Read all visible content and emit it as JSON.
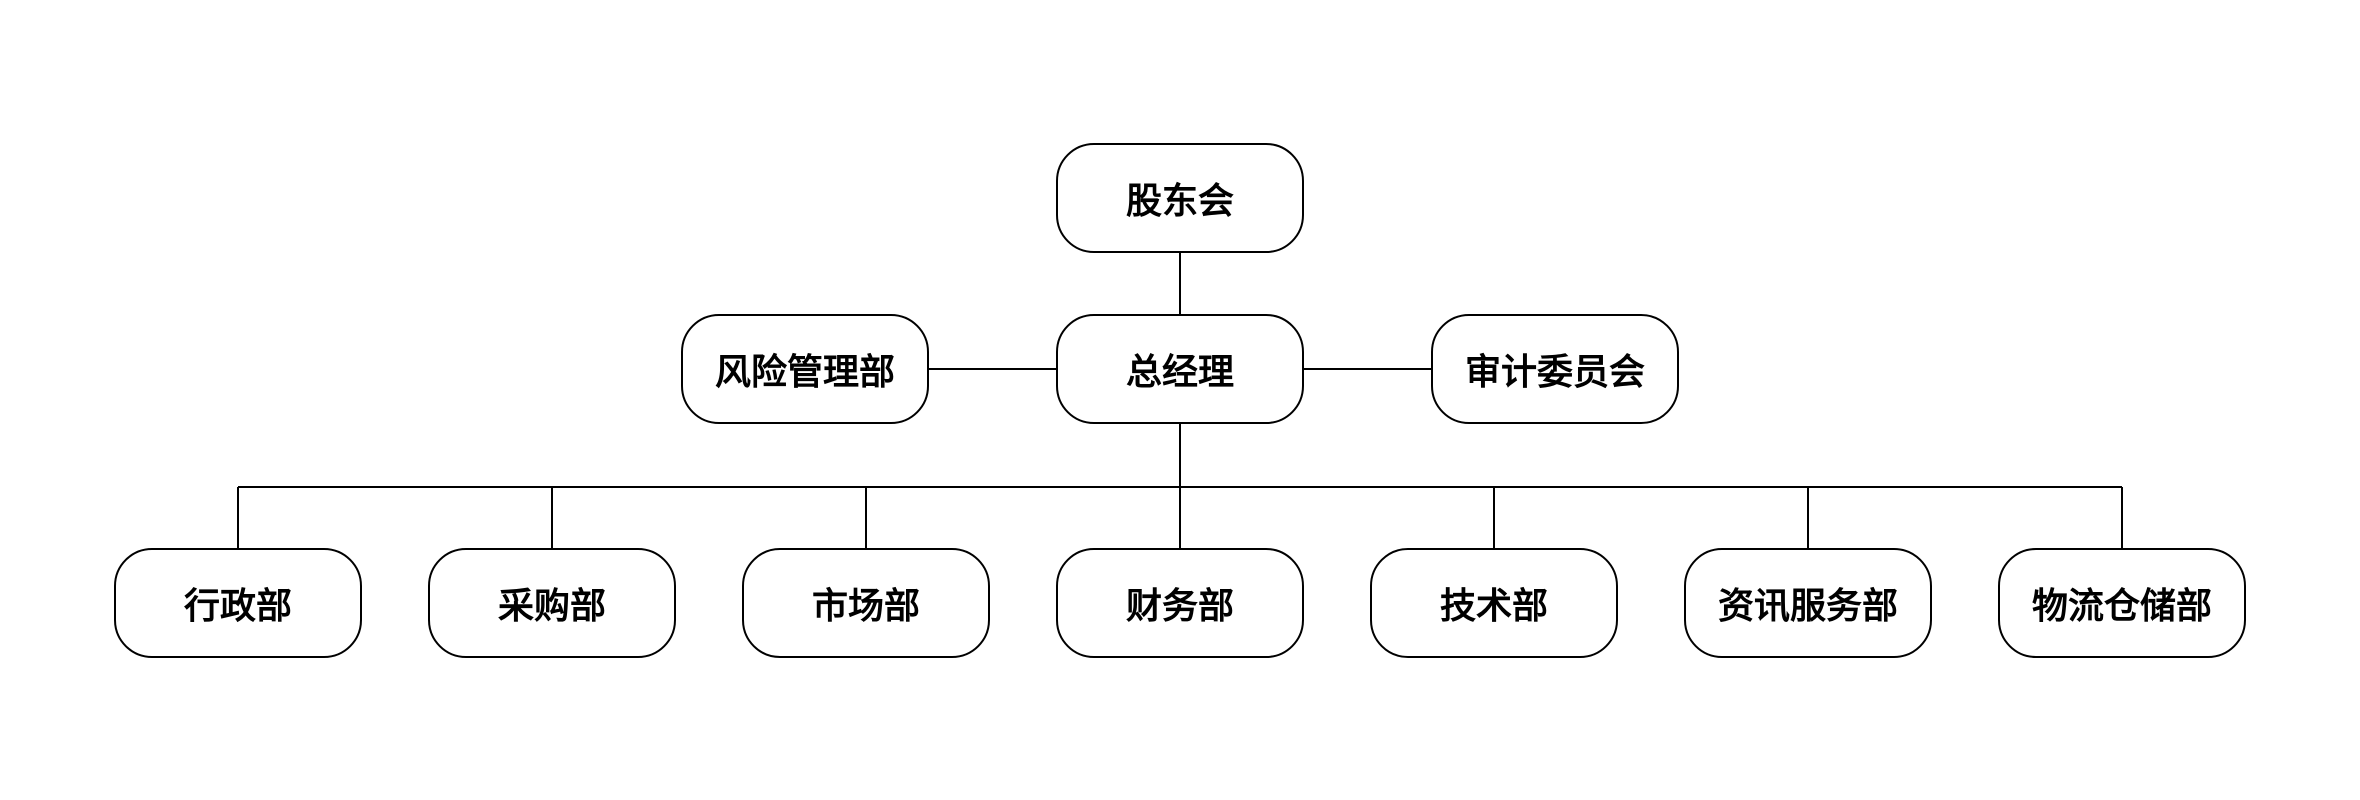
{
  "org_chart": {
    "top": {
      "label": "股东会"
    },
    "middle": {
      "left": {
        "label": "风险管理部"
      },
      "center": {
        "label": "总经理"
      },
      "right": {
        "label": "审计委员会"
      }
    },
    "departments": [
      {
        "label": "行政部"
      },
      {
        "label": "采购部"
      },
      {
        "label": "市场部"
      },
      {
        "label": "财务部"
      },
      {
        "label": "技术部"
      },
      {
        "label": "资讯服务部"
      },
      {
        "label": "物流仓储部"
      }
    ]
  }
}
